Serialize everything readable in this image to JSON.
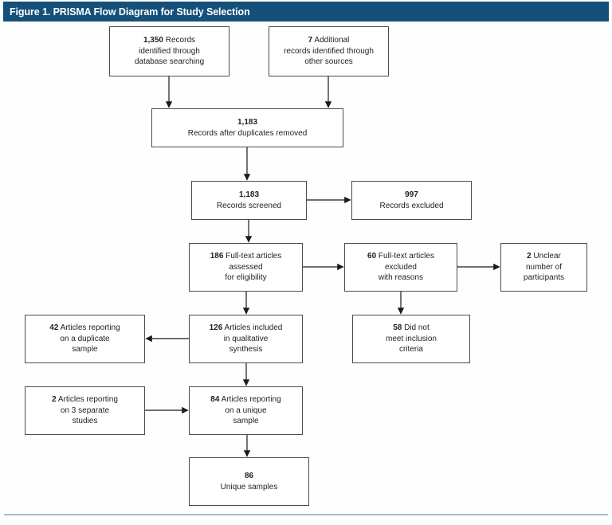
{
  "header": {
    "title": "Figure 1. PRISMA Flow Diagram for Study Selection",
    "bar_color": "#15507a"
  },
  "nodes": {
    "records_identified": {
      "number": "1,350",
      "text": " Records\nidentified through\ndatabase searching"
    },
    "additional_records": {
      "number": "7",
      "text": " Additional\nrecords identified through\nother sources"
    },
    "after_duplicates": {
      "number": "1,183",
      "text": "\nRecords after duplicates removed"
    },
    "records_screened": {
      "number": "1,183",
      "text": "\nRecords screened"
    },
    "records_excluded": {
      "number": "997",
      "text": "\nRecords excluded"
    },
    "fulltext_assessed": {
      "number": "186",
      "text": " Full-text articles\nassessed\nfor eligibility"
    },
    "fulltext_excluded": {
      "number": "60",
      "text": " Full-text articles\nexcluded\nwith reasons"
    },
    "unclear_participants": {
      "number": "2",
      "text": " Unclear\nnumber of\nparticipants"
    },
    "duplicate_sample": {
      "number": "42",
      "text": " Articles reporting\non a duplicate\nsample"
    },
    "qualitative_synthesis": {
      "number": "126",
      "text": " Articles included\nin qualitative\nsynthesis"
    },
    "not_meet_criteria": {
      "number": "58",
      "text": " Did not\nmeet inclusion\ncriteria"
    },
    "separate_studies": {
      "number": "2",
      "text": " Articles reporting\non 3 separate\nstudies"
    },
    "unique_sample": {
      "number": "84",
      "text": " Articles reporting\non a unique\nsample"
    },
    "unique_samples": {
      "number": "86",
      "text": "\nUnique samples"
    }
  },
  "edges": [
    "records_identified -> after_duplicates",
    "additional_records -> after_duplicates",
    "after_duplicates -> records_screened",
    "records_screened -> records_excluded",
    "records_screened -> fulltext_assessed",
    "fulltext_assessed -> fulltext_excluded",
    "fulltext_excluded -> unclear_participants",
    "fulltext_excluded -> not_meet_criteria",
    "fulltext_assessed -> qualitative_synthesis",
    "qualitative_synthesis -> duplicate_sample",
    "qualitative_synthesis -> unique_sample",
    "separate_studies -> unique_sample",
    "unique_sample -> unique_samples"
  ]
}
